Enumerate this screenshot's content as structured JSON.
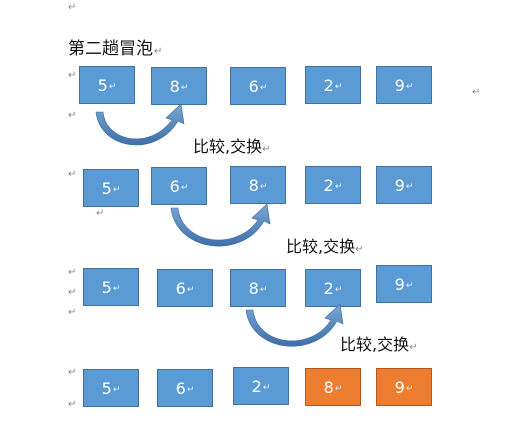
{
  "title": "第二趟冒泡",
  "para_mark": "↵",
  "rows": [
    {
      "cells": [
        {
          "v": "5"
        },
        {
          "v": "8"
        },
        {
          "v": "6"
        },
        {
          "v": "2"
        },
        {
          "v": "9"
        }
      ],
      "caption": "比较,交换"
    },
    {
      "cells": [
        {
          "v": "5"
        },
        {
          "v": "6"
        },
        {
          "v": "8"
        },
        {
          "v": "2"
        },
        {
          "v": "9"
        }
      ],
      "caption": "比较,交换"
    },
    {
      "cells": [
        {
          "v": "5"
        },
        {
          "v": "6"
        },
        {
          "v": "8"
        },
        {
          "v": "2"
        },
        {
          "v": "9"
        }
      ],
      "caption": "比较,交换"
    },
    {
      "cells": [
        {
          "v": "5"
        },
        {
          "v": "6"
        },
        {
          "v": "2"
        },
        {
          "v": "8"
        },
        {
          "v": "9"
        }
      ],
      "caption": ""
    }
  ],
  "colors": {
    "box": "#5b9bd5",
    "box_sorted": "#ed7d31",
    "arrow": "#4f81bd"
  }
}
